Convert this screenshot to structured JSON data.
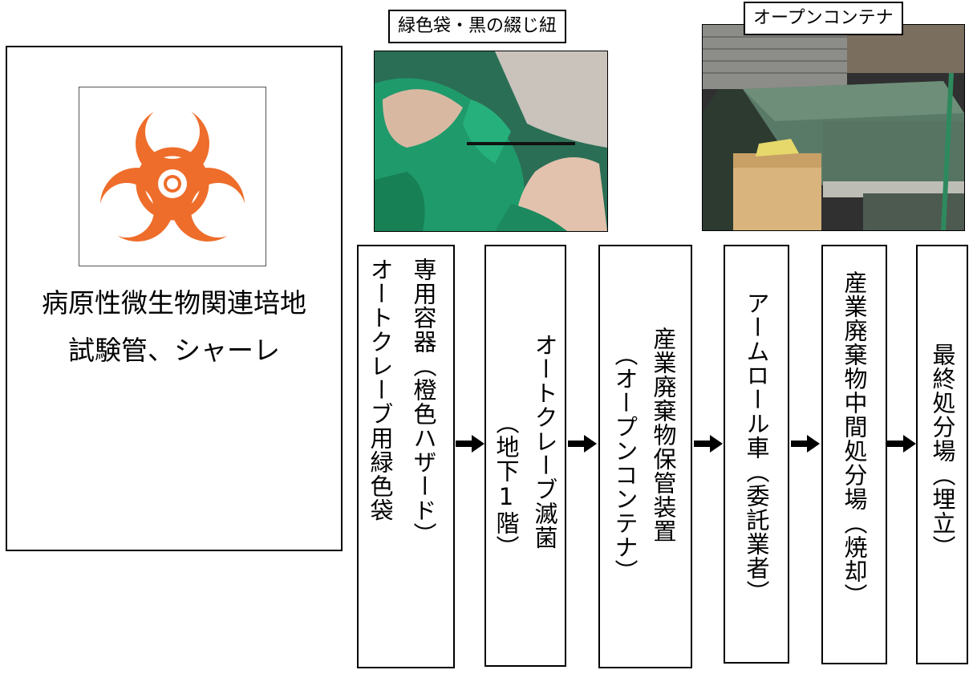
{
  "left_panel": {
    "icon": "biohazard-icon",
    "line1": "病原性微生物関連培地",
    "line2": "試験管、シャーレ"
  },
  "photos": {
    "bag_caption": "緑色袋・黒の綴じ紐",
    "container_caption": "オープンコンテナ"
  },
  "steps": [
    {
      "line_a": "専用容器（橙色ハザード）",
      "line_b": "オートクレーブ用緑色袋"
    },
    {
      "line_a": "オートクレーブ滅菌",
      "line_b": "（地下1階）"
    },
    {
      "line_a": "産業廃棄物保管装置",
      "line_b": "（オープンコンテナ）"
    },
    {
      "line_a": "アームロール車（委託業者）"
    },
    {
      "line_a": "産業廃棄物中間処分場（焼却）"
    },
    {
      "line_a": "最終処分場（埋立）"
    }
  ],
  "colors": {
    "hazard": "#ee6d2b",
    "bag_green": "#1f9a6b",
    "container_green": "#5a7a68"
  }
}
